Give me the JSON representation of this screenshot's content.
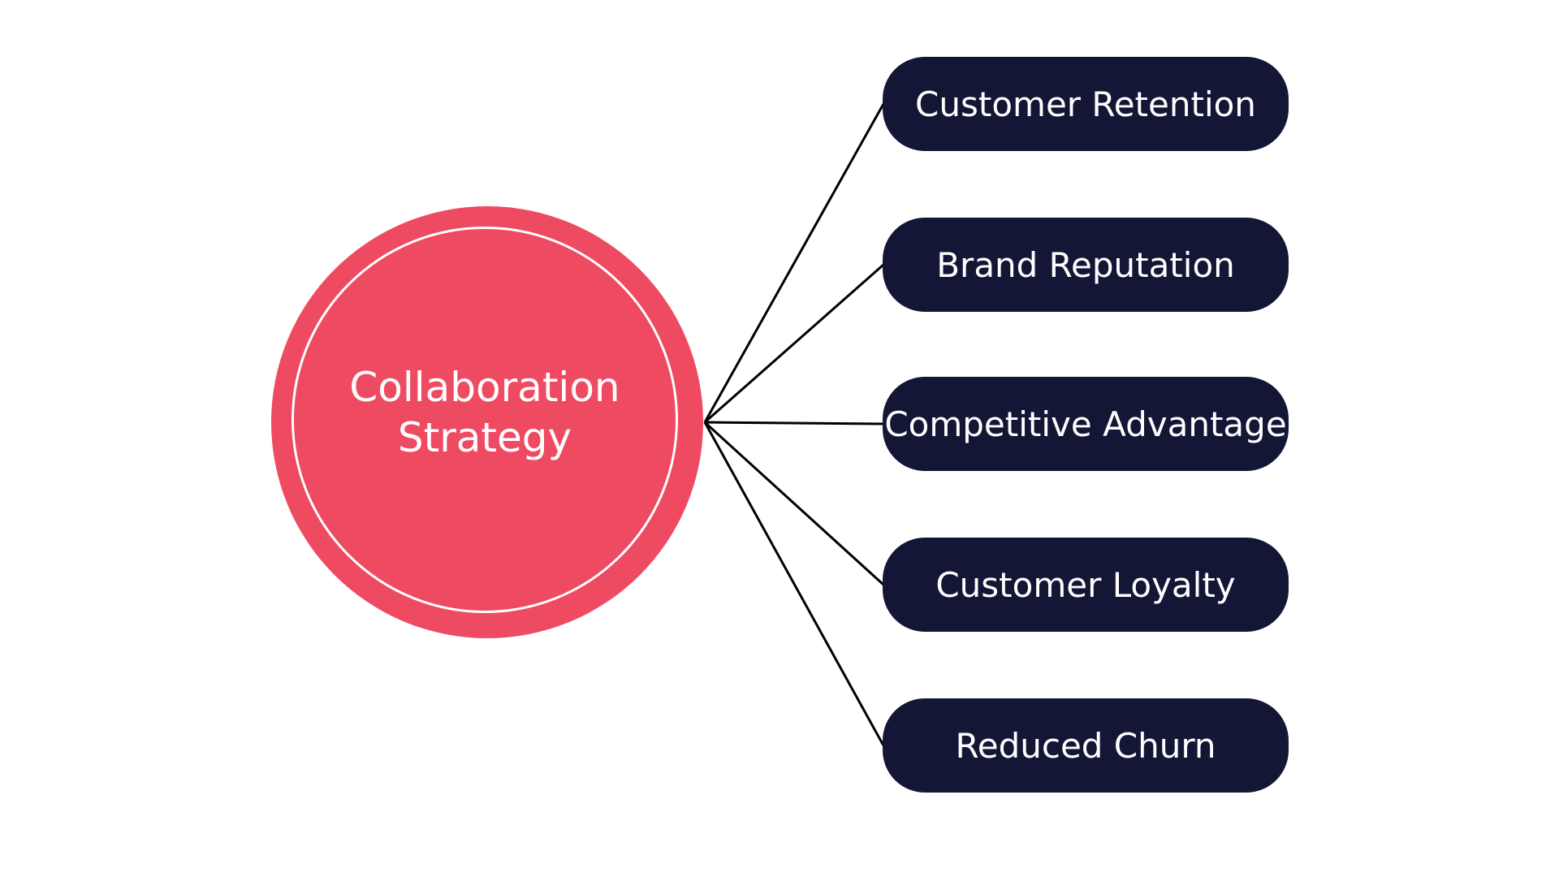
{
  "diagram": {
    "central_topic": {
      "label": "Collaboration\nStrategy",
      "fill_color": "#ee4b63",
      "ring_color": "#ffffff"
    },
    "branch_color": "#141636",
    "connector_color": "#000000",
    "branches": [
      {
        "label": "Customer Retention"
      },
      {
        "label": "Brand Reputation"
      },
      {
        "label": "Competitive Advantage"
      },
      {
        "label": "Customer Loyalty"
      },
      {
        "label": "Reduced Churn"
      }
    ]
  }
}
